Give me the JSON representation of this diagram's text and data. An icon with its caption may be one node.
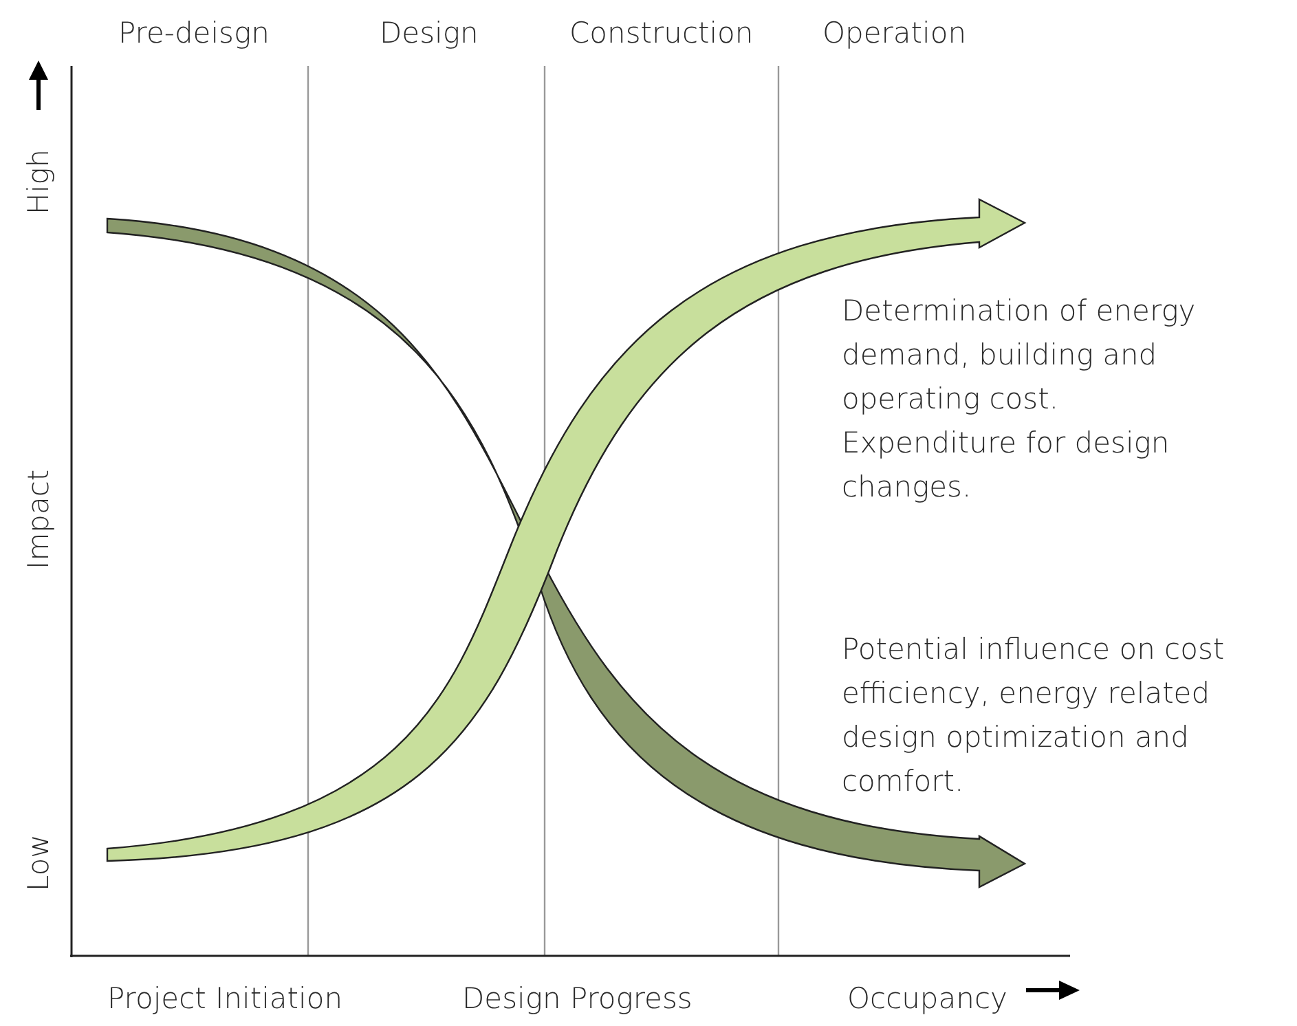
{
  "diagram": {
    "labels": [
      "Pre-deisgn",
      "Design",
      "Construction",
      "Operation",
      "High",
      "Determination of energy demand, building and operating cost. Expenditure for design changes.",
      "Impact",
      "Potential influence on cost efficiency, energy related design optimization and comfort.",
      "Low",
      "Project Initiation",
      "Design Progress",
      "Occupancy"
    ]
  }
}
